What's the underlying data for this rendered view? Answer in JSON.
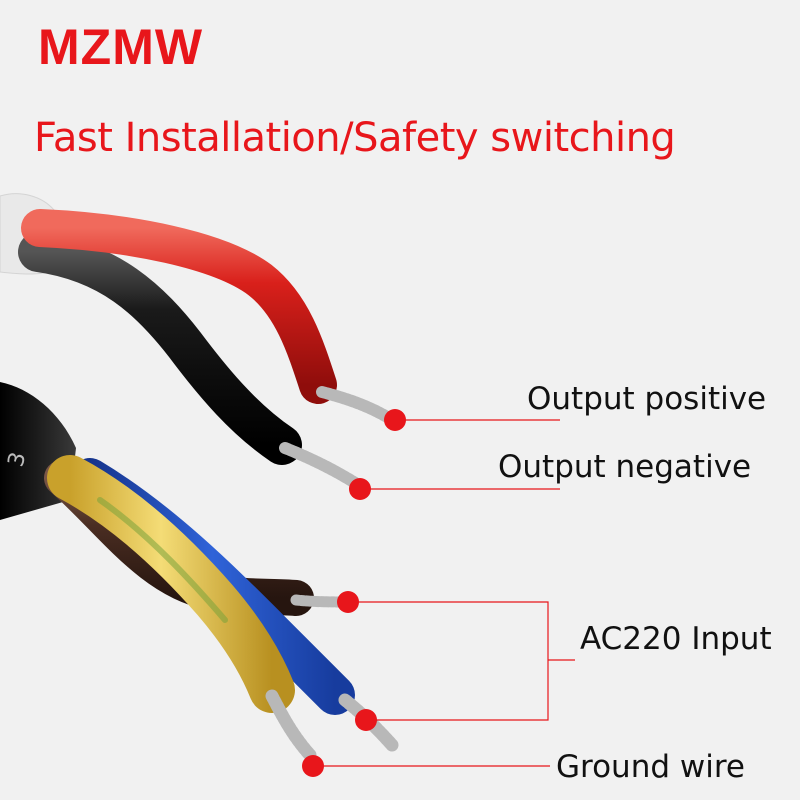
{
  "brand": "MZMW",
  "headline": "Fast Installation/Safety switching",
  "labels": {
    "output_positive": "Output positive",
    "output_negative": "Output negative",
    "ac_input": "AC220 Input",
    "ground_wire": "Ground wire"
  },
  "cable_print": "3",
  "colors": {
    "accent_red": "#e8161b",
    "wire_red": "#d9201b",
    "wire_black": "#111111",
    "wire_brown": "#4a2d22",
    "wire_blue": "#1f4fc4",
    "wire_yellow": "#e9c84a",
    "wire_green_stripe": "#7aa23a",
    "background": "#f1f1f1"
  }
}
